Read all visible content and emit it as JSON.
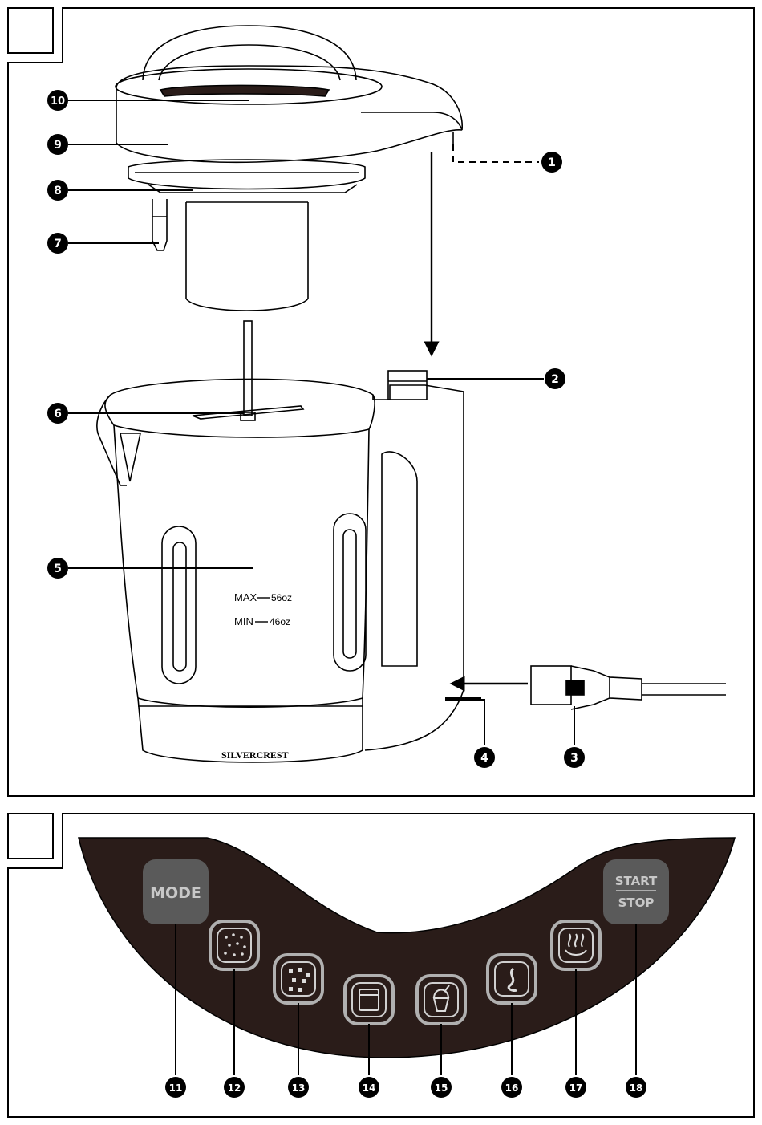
{
  "figure_a": {
    "callouts": [
      "1",
      "2",
      "3",
      "4",
      "5",
      "6",
      "7",
      "8",
      "9",
      "10"
    ],
    "jug_markings": {
      "max": "MAX",
      "max_value": "56oz",
      "min": "MIN",
      "min_value": "46oz"
    },
    "brand": "SILVERCREST"
  },
  "figure_b": {
    "callouts": [
      "11",
      "12",
      "13",
      "14",
      "15",
      "16",
      "17",
      "18"
    ],
    "mode_label": "MODE",
    "start_label": "START",
    "stop_label": "STOP",
    "button_icons": [
      "mode-button",
      "smooth-soup-icon",
      "chunky-soup-icon",
      "compote-icon",
      "smoothie-icon",
      "milk-icon",
      "keep-warm-icon",
      "start-stop-button"
    ]
  },
  "colors": {
    "panel": "#2a1c19",
    "button": "#5a5a5a",
    "ring": "#b0b0b0",
    "ink": "#000000"
  }
}
